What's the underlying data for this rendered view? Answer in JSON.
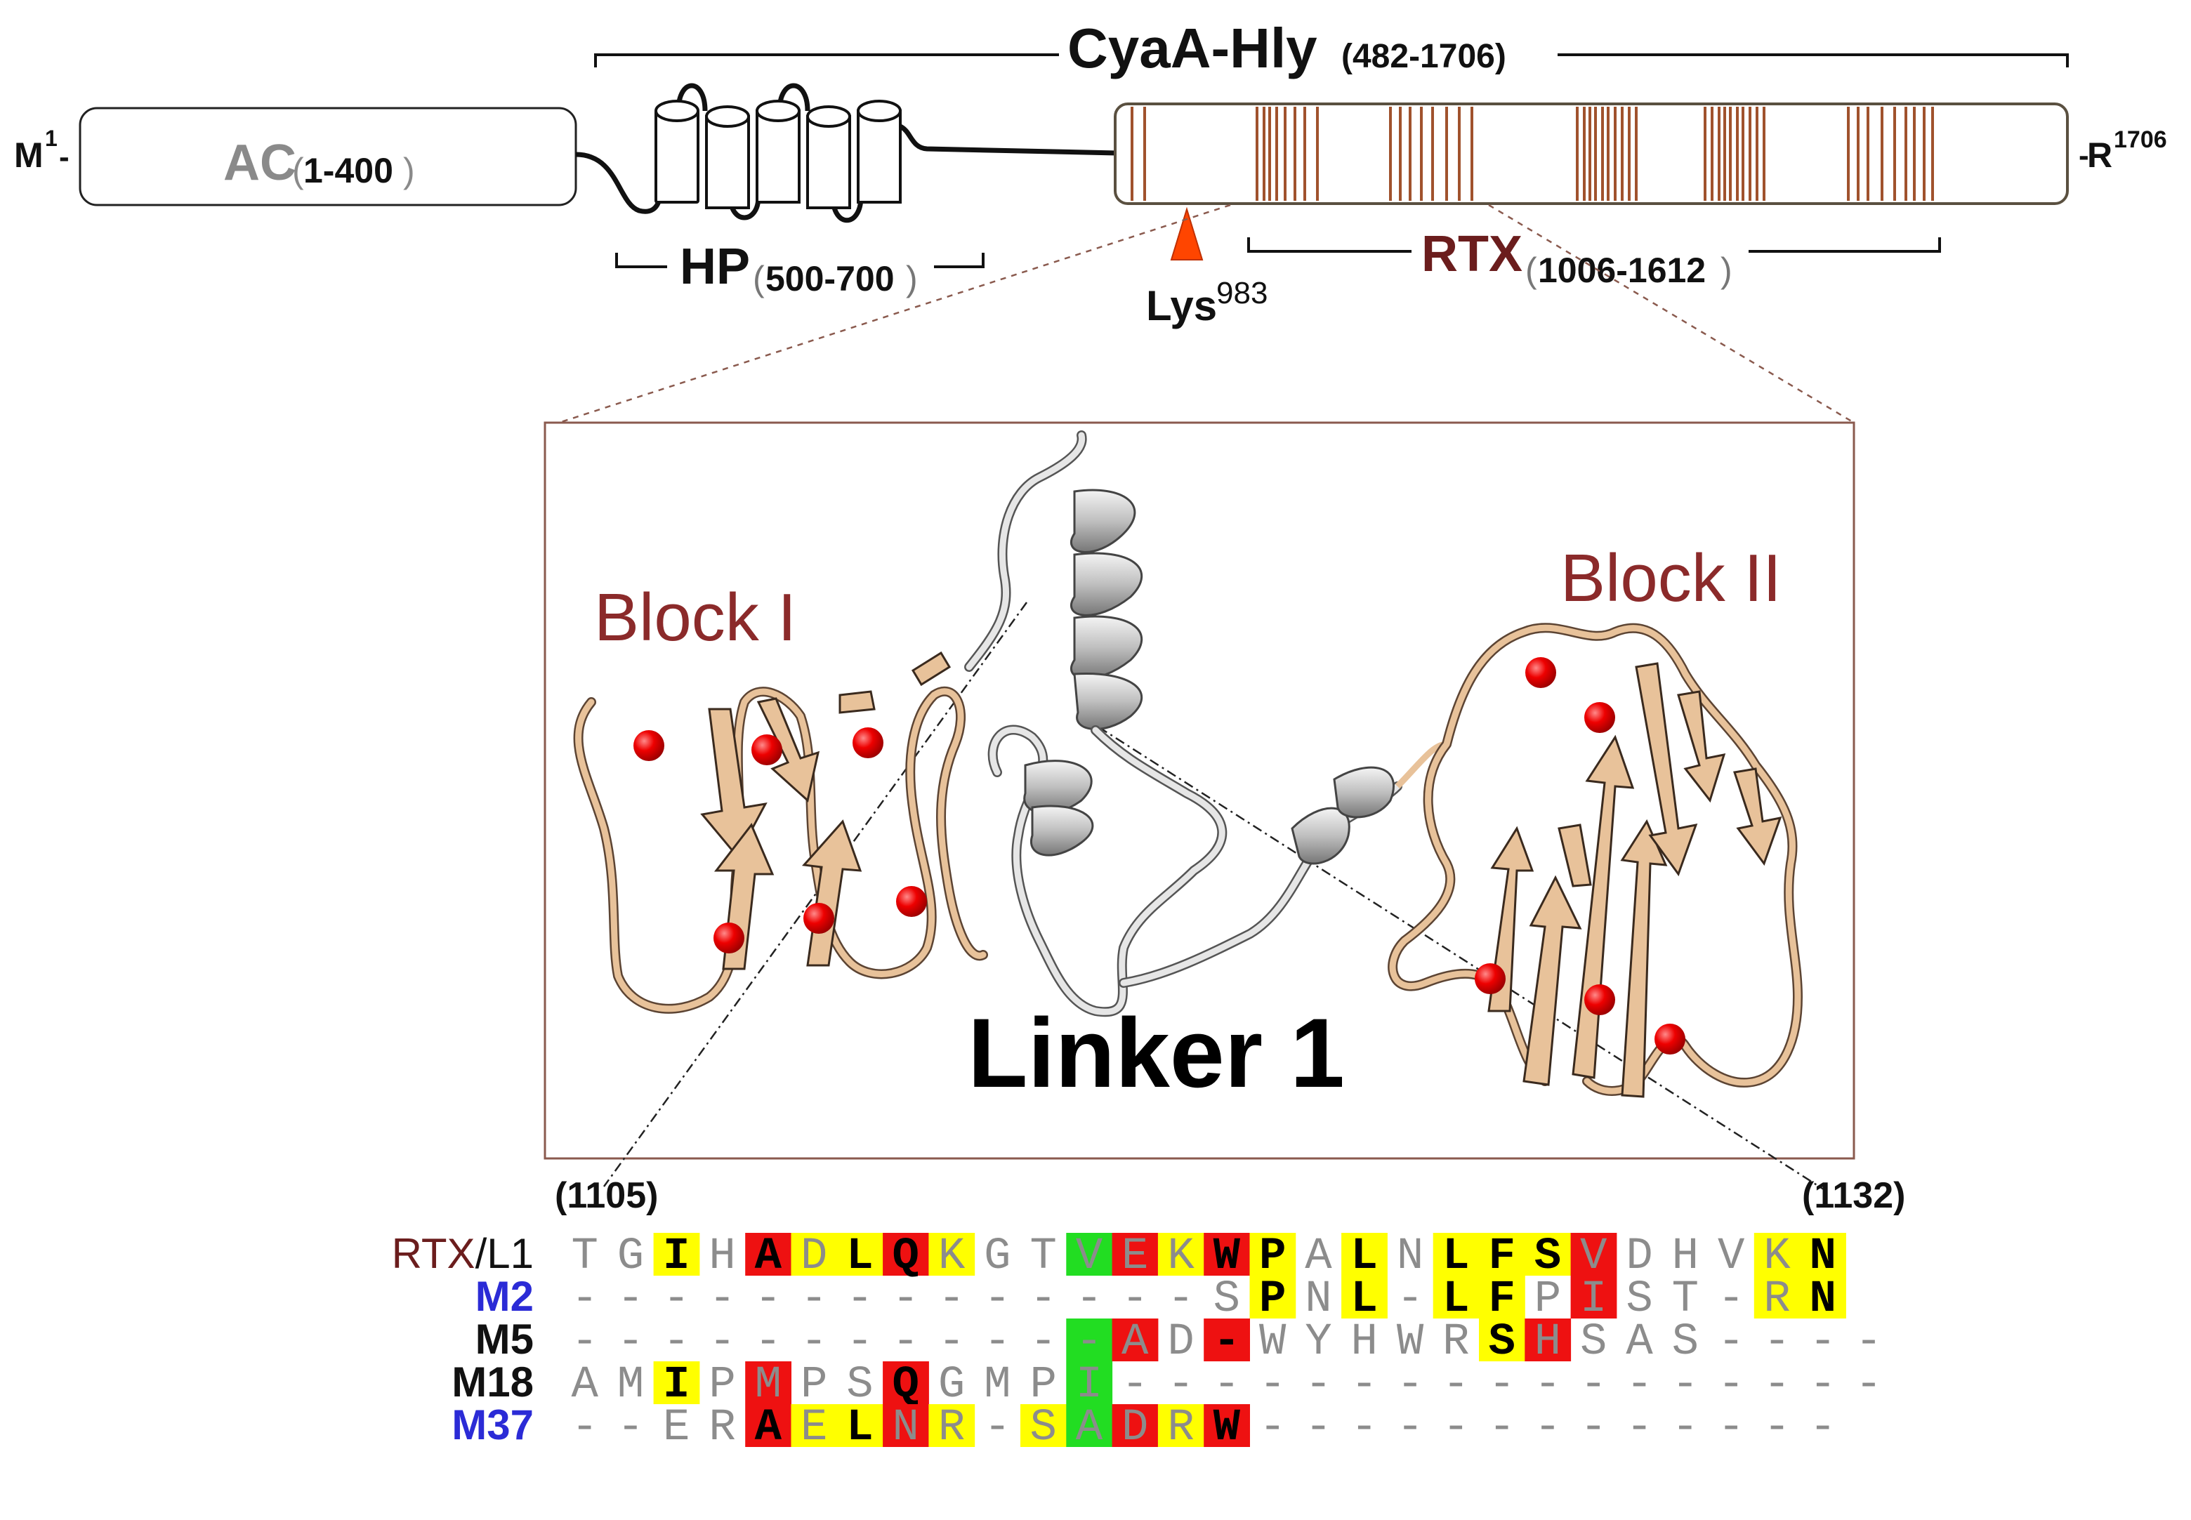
{
  "title": {
    "name": "CyaA-Hly",
    "range": "(482-1706)"
  },
  "terminals": {
    "n_letter": "M",
    "n_sup": "1",
    "n_dash": "-",
    "c_dash": "-",
    "c_letter": "R",
    "c_sup": "1706"
  },
  "domains": {
    "ac": {
      "name": "AC",
      "open": "(",
      "range": "1-400",
      "close": ")"
    },
    "hp": {
      "name": "HP",
      "open": "(",
      "range": "500-700",
      "close": ")"
    },
    "rtx": {
      "name": "RTX",
      "open": "(",
      "range": "1006-1612",
      "close": ")"
    }
  },
  "lys": {
    "label": "Lys",
    "sup": "983"
  },
  "structure": {
    "block1": "Block I",
    "block2": "Block II",
    "linker": "Linker 1"
  },
  "alignment": {
    "start_pos": "(1105)",
    "end_pos": "(1132)",
    "rows": [
      {
        "label": "RTX/L1",
        "label_parts": [
          "RTX",
          "/L1"
        ],
        "label_colors": [
          "#6b1d1d",
          "#111111"
        ],
        "seq": "TGIHADLQKGTVEKWPALNLFSVDHVKN"
      },
      {
        "label": "M2",
        "label_parts": [
          "M2"
        ],
        "label_colors": [
          "#2b2bd6"
        ],
        "seq": "--------------SPNL-LFPIST-RN"
      },
      {
        "label": "M5",
        "label_parts": [
          "M5"
        ],
        "label_colors": [
          "#111111"
        ],
        "seq": "------------AD-WYHWRSHSAS----"
      },
      {
        "label": "M18",
        "label_parts": [
          "M18"
        ],
        "label_colors": [
          "#111111"
        ],
        "seq": "AMIPMPSQGMPI-----------------"
      },
      {
        "label": "M37",
        "label_parts": [
          "M37"
        ],
        "label_colors": [
          "#2b2bd6"
        ],
        "seq": "--ERAELNR-SADRW-------------"
      }
    ],
    "highlights": [
      [
        [
          "Y",
          2
        ],
        [
          "R",
          4
        ],
        [
          "Y",
          5
        ],
        [
          "Y",
          6
        ],
        [
          "R",
          7
        ],
        [
          "Y",
          8
        ],
        [
          "G",
          11
        ],
        [
          "R",
          12
        ],
        [
          "Y",
          13
        ],
        [
          "R",
          14
        ],
        [
          "Y",
          15
        ],
        [
          "Y",
          17
        ],
        [
          "Y",
          19
        ],
        [
          "Y",
          20
        ],
        [
          "Y",
          21
        ],
        [
          "R",
          22
        ],
        [
          "Y",
          26
        ],
        [
          "Y",
          27
        ]
      ],
      [
        [
          "Y",
          15
        ],
        [
          "Y",
          17
        ],
        [
          "Y",
          19
        ],
        [
          "Y",
          20
        ],
        [
          "R",
          22
        ],
        [
          "Y",
          26
        ],
        [
          "Y",
          27
        ]
      ],
      [
        [
          "G",
          11
        ],
        [
          "R",
          12
        ],
        [
          "R",
          14
        ],
        [
          "Y",
          20
        ],
        [
          "R",
          21
        ]
      ],
      [
        [
          "Y",
          2
        ],
        [
          "R",
          4
        ],
        [
          "R",
          7
        ],
        [
          "G",
          11
        ]
      ],
      [
        [
          "R",
          4
        ],
        [
          "Y",
          5
        ],
        [
          "Y",
          6
        ],
        [
          "R",
          7
        ],
        [
          "Y",
          8
        ],
        [
          "Y",
          10
        ],
        [
          "G",
          11
        ],
        [
          "R",
          12
        ],
        [
          "Y",
          13
        ],
        [
          "R",
          14
        ]
      ]
    ],
    "bold": [
      [
        2,
        4,
        6,
        7,
        14,
        15,
        17,
        19,
        20,
        21,
        27
      ],
      [
        15,
        17,
        19,
        20,
        27
      ],
      [
        14,
        20
      ],
      [
        2,
        7
      ],
      [
        4,
        6,
        14
      ]
    ]
  },
  "colors": {
    "rtx_stripe": "#a0522d",
    "ribbon": "#e8c29a",
    "helix": "#c8c8c8",
    "calcium": "#e00000",
    "frame": "#8a5a4e",
    "hl_yellow": "#ffff00",
    "hl_red": "#ee1111",
    "hl_green": "#22dd22",
    "lys_marker": "#ff4500"
  }
}
